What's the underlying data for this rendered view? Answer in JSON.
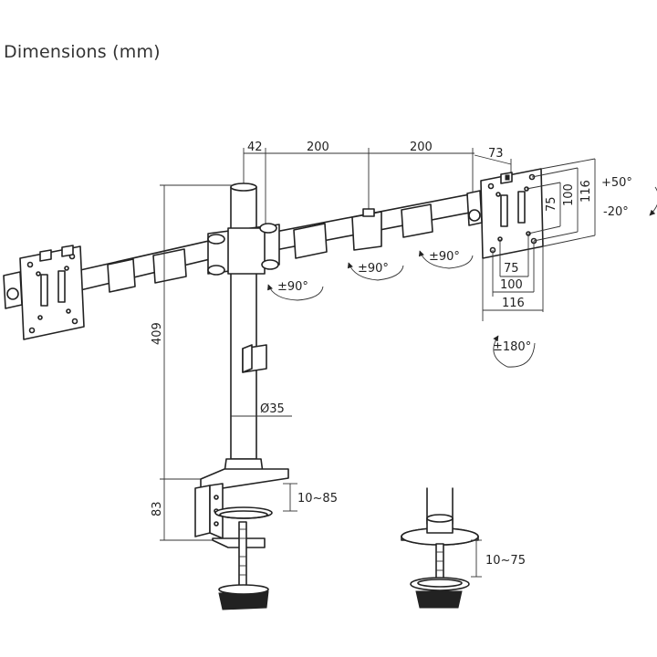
{
  "title": "Dimensions (mm)",
  "dimensions": {
    "top_42": "42",
    "top_200_left": "200",
    "top_200_right": "200",
    "top_73": "73",
    "right_75": "75",
    "right_100": "100",
    "right_116": "116",
    "bottom_75": "75",
    "bottom_100": "100",
    "bottom_116": "116",
    "height_409": "409",
    "height_83": "83",
    "pole_diameter": "Ø35",
    "clamp_range": "10~85",
    "grommet_range": "10~75"
  },
  "rotations": {
    "tilt_up": "+50°",
    "tilt_down": "-20°",
    "swivel_a": "±90°",
    "swivel_b": "±90°",
    "swivel_c": "±90°",
    "rotate": "±180°"
  },
  "colors": {
    "line": "#222222",
    "background": "#ffffff"
  }
}
